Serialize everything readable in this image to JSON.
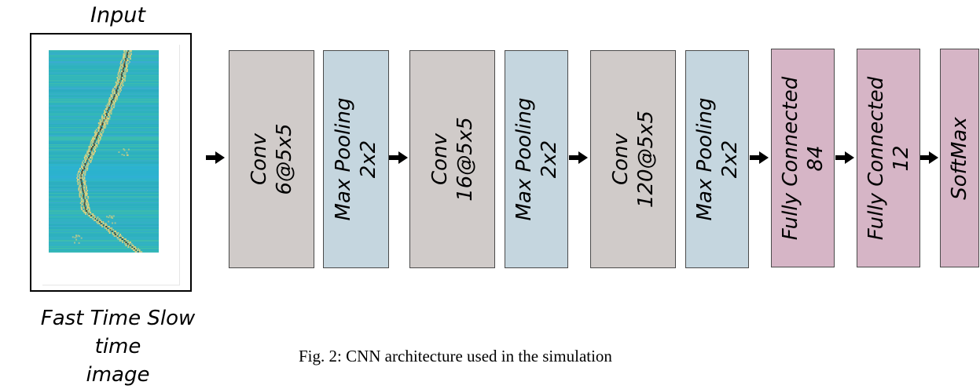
{
  "input": {
    "label": "Input",
    "caption_line1": "Fast Time Slow time",
    "caption_line2": "image"
  },
  "layers": [
    {
      "id": "conv1",
      "kind": "conv",
      "line1": "Conv",
      "line2": "6@5x5"
    },
    {
      "id": "pool1",
      "kind": "pool",
      "line1": "Max Pooling",
      "line2": "2x2"
    },
    {
      "id": "conv2",
      "kind": "conv",
      "line1": "Conv",
      "line2": "16@5x5"
    },
    {
      "id": "pool2",
      "kind": "pool",
      "line1": "Max Pooling",
      "line2": "2x2"
    },
    {
      "id": "conv3",
      "kind": "conv",
      "line1": "Conv",
      "line2": "120@5x5"
    },
    {
      "id": "pool3",
      "kind": "pool",
      "line1": "Max Pooling",
      "line2": "2x2"
    },
    {
      "id": "fc1",
      "kind": "fc",
      "line1": "Fully Connected",
      "line2": "84"
    },
    {
      "id": "fc2",
      "kind": "fc",
      "line1": "Fully Connected",
      "line2": "12"
    },
    {
      "id": "softmax",
      "kind": "fc",
      "line1": "SoftMax",
      "line2": ""
    }
  ],
  "colors": {
    "conv": "#d0cbc9",
    "pool": "#c5d6df",
    "fc": "#d6b5c6",
    "spectrogram_bg": "#2fb4bd",
    "spectrogram_trace": "#e8d27a"
  },
  "figure_caption": "Fig. 2: CNN architecture used in the simulation"
}
